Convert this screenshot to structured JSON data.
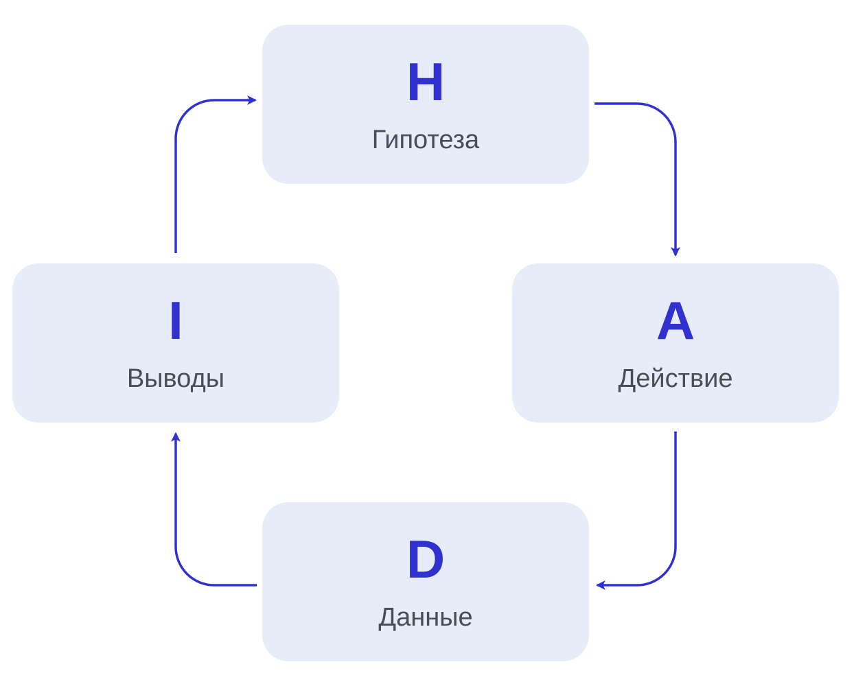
{
  "colors": {
    "accent": "#3131cf",
    "node_fill": "#e7edf8",
    "label": "#4a4d55",
    "background": "#ffffff"
  },
  "nodes": {
    "h": {
      "letter": "H",
      "label": "Гипотеза"
    },
    "a": {
      "letter": "A",
      "label": "Действие"
    },
    "d": {
      "letter": "D",
      "label": "Данные"
    },
    "i": {
      "letter": "I",
      "label": "Выводы"
    }
  },
  "edges": [
    {
      "from": "H",
      "to": "A"
    },
    {
      "from": "A",
      "to": "D"
    },
    {
      "from": "D",
      "to": "I"
    },
    {
      "from": "I",
      "to": "H"
    }
  ]
}
